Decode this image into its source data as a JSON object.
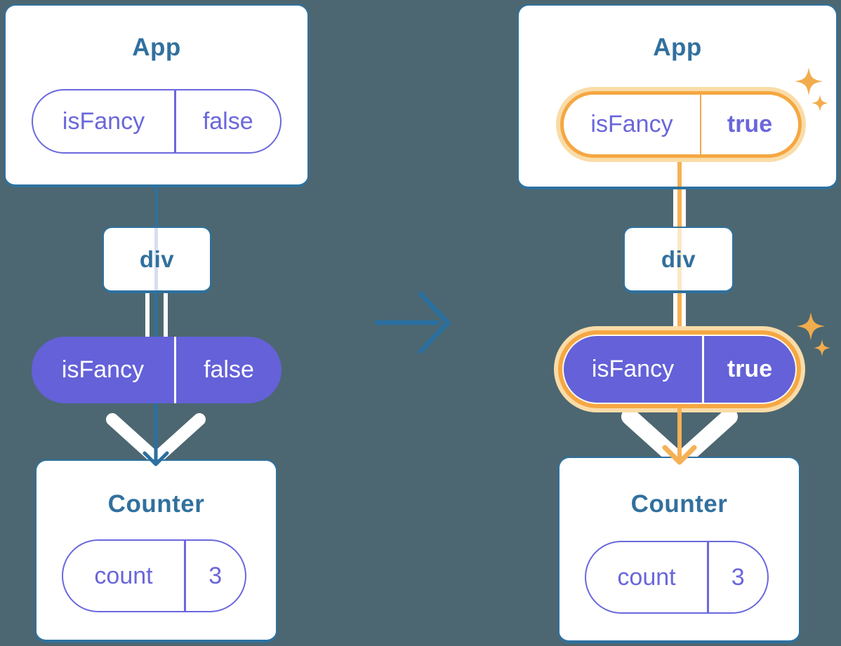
{
  "diagram_title": "React props re-render diagram: isFancy prop flips from false to true",
  "colors": {
    "background": "#4C6771",
    "teal_stroke": "#2E719F",
    "title_text": "#31709E",
    "purple_fill": "#6461D9",
    "purple_text": "#6A68DD",
    "orange_ring": "#F5A742",
    "orange_halo": "#FADCA8",
    "orange_flow": "#F6B155",
    "sparkle": "#F2AC4D"
  },
  "before_tree": {
    "app": {
      "title": "App",
      "prop": {
        "name": "isFancy",
        "value": "false"
      }
    },
    "div_node": {
      "label": "div"
    },
    "passed_prop": {
      "name": "isFancy",
      "value": "false"
    },
    "counter": {
      "title": "Counter",
      "state": {
        "name": "count",
        "value": "3"
      }
    }
  },
  "after_tree": {
    "app": {
      "title": "App",
      "prop": {
        "name": "isFancy",
        "value": "true"
      }
    },
    "div_node": {
      "label": "div"
    },
    "passed_prop": {
      "name": "isFancy",
      "value": "true"
    },
    "counter": {
      "title": "Counter",
      "state": {
        "name": "count",
        "value": "3"
      }
    }
  },
  "icons": {
    "transition": "arrow-right-icon",
    "flow": "arrow-down-icon",
    "highlight": "sparkle-icon"
  }
}
